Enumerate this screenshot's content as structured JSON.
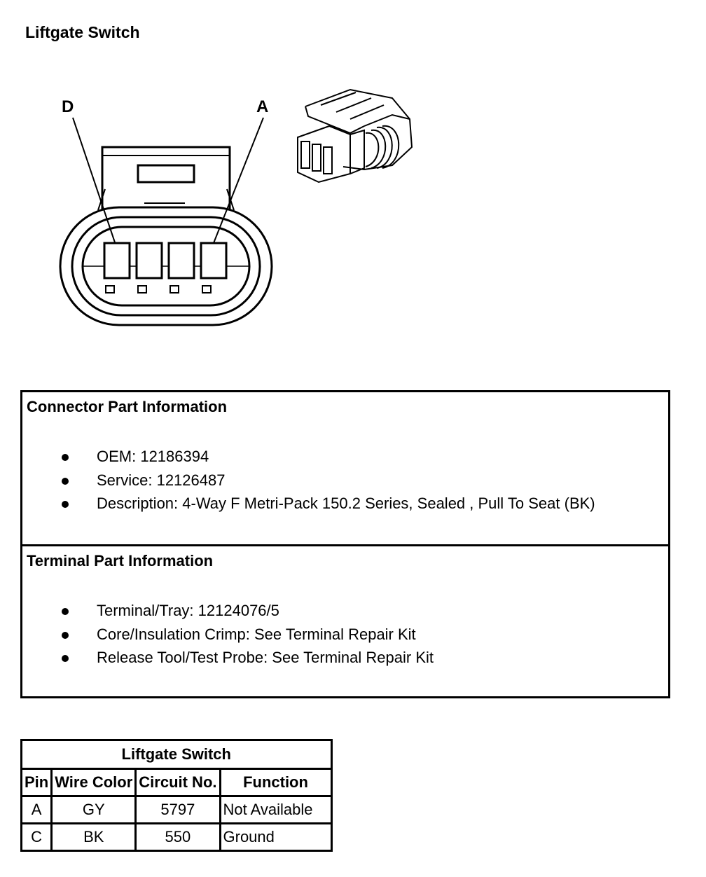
{
  "title": "Liftgate Switch",
  "diagram": {
    "callout_left": "D",
    "callout_right": "A",
    "cavity_count": 4
  },
  "connector_info": {
    "heading": "Connector Part Information",
    "items": [
      "OEM: 12186394",
      "Service: 12126487",
      "Description: 4-Way F Metri-Pack 150.2 Series, Sealed , Pull To Seat (BK)"
    ]
  },
  "terminal_info": {
    "heading": "Terminal Part Information",
    "items": [
      "Terminal/Tray: 12124076/5",
      "Core/Insulation Crimp: See Terminal Repair Kit",
      "Release Tool/Test Probe: See Terminal Repair Kit"
    ]
  },
  "pin_table": {
    "title": "Liftgate Switch",
    "headers": [
      "Pin",
      "Wire Color",
      "Circuit No.",
      "Function"
    ],
    "rows": [
      [
        "A",
        "GY",
        "5797",
        "Not Available"
      ],
      [
        "C",
        "BK",
        "550",
        "Ground"
      ]
    ]
  }
}
